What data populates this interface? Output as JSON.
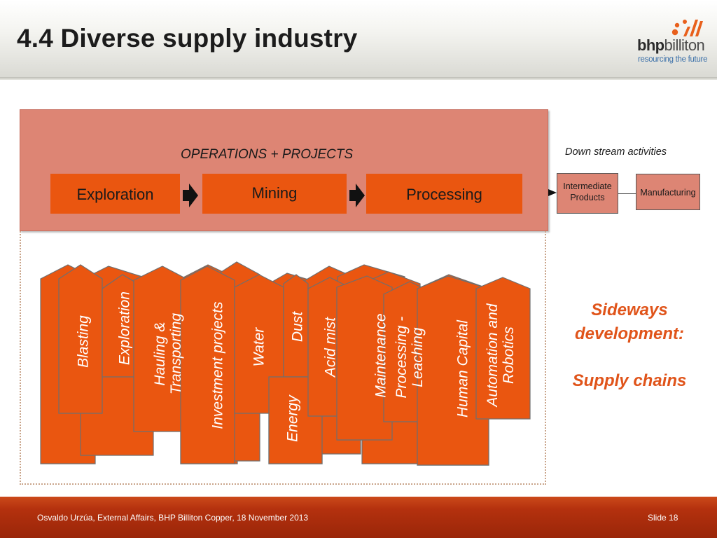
{
  "slide": {
    "title": "4.4 Diverse supply industry",
    "logo": {
      "name_bold": "bhp",
      "name_rest": "billiton",
      "tagline": "resourcing the future"
    },
    "operations": {
      "title": "OPERATIONS + PROJECTS",
      "steps": [
        "Exploration",
        "Mining",
        "Processing"
      ]
    },
    "downstream": {
      "label": "Down stream activities",
      "intermediate": "Intermediate Products",
      "manufacturing": "Manufacturing"
    },
    "supply_chains": [
      "Blasting",
      "Exploration",
      "Hauling & Transporting",
      "Investment projects",
      "Water",
      "Dust",
      "Energy",
      "Acid  mist",
      "Maintenance",
      "Processing - Leaching",
      "Human Capital",
      "Automation and Robotics"
    ],
    "sideways": {
      "line1": "Sideways",
      "line2": "development:",
      "line3": "Supply chains"
    },
    "footer": {
      "credit": "Osvaldo Urzúa, External Affairs, BHP Billiton Copper,  18 November 2013",
      "slide_number": "Slide 18"
    },
    "colors": {
      "accent": "#ea5610",
      "ops_panel": "#dd8574",
      "sideways": "#e0541a",
      "footer": "#b4310e"
    }
  }
}
